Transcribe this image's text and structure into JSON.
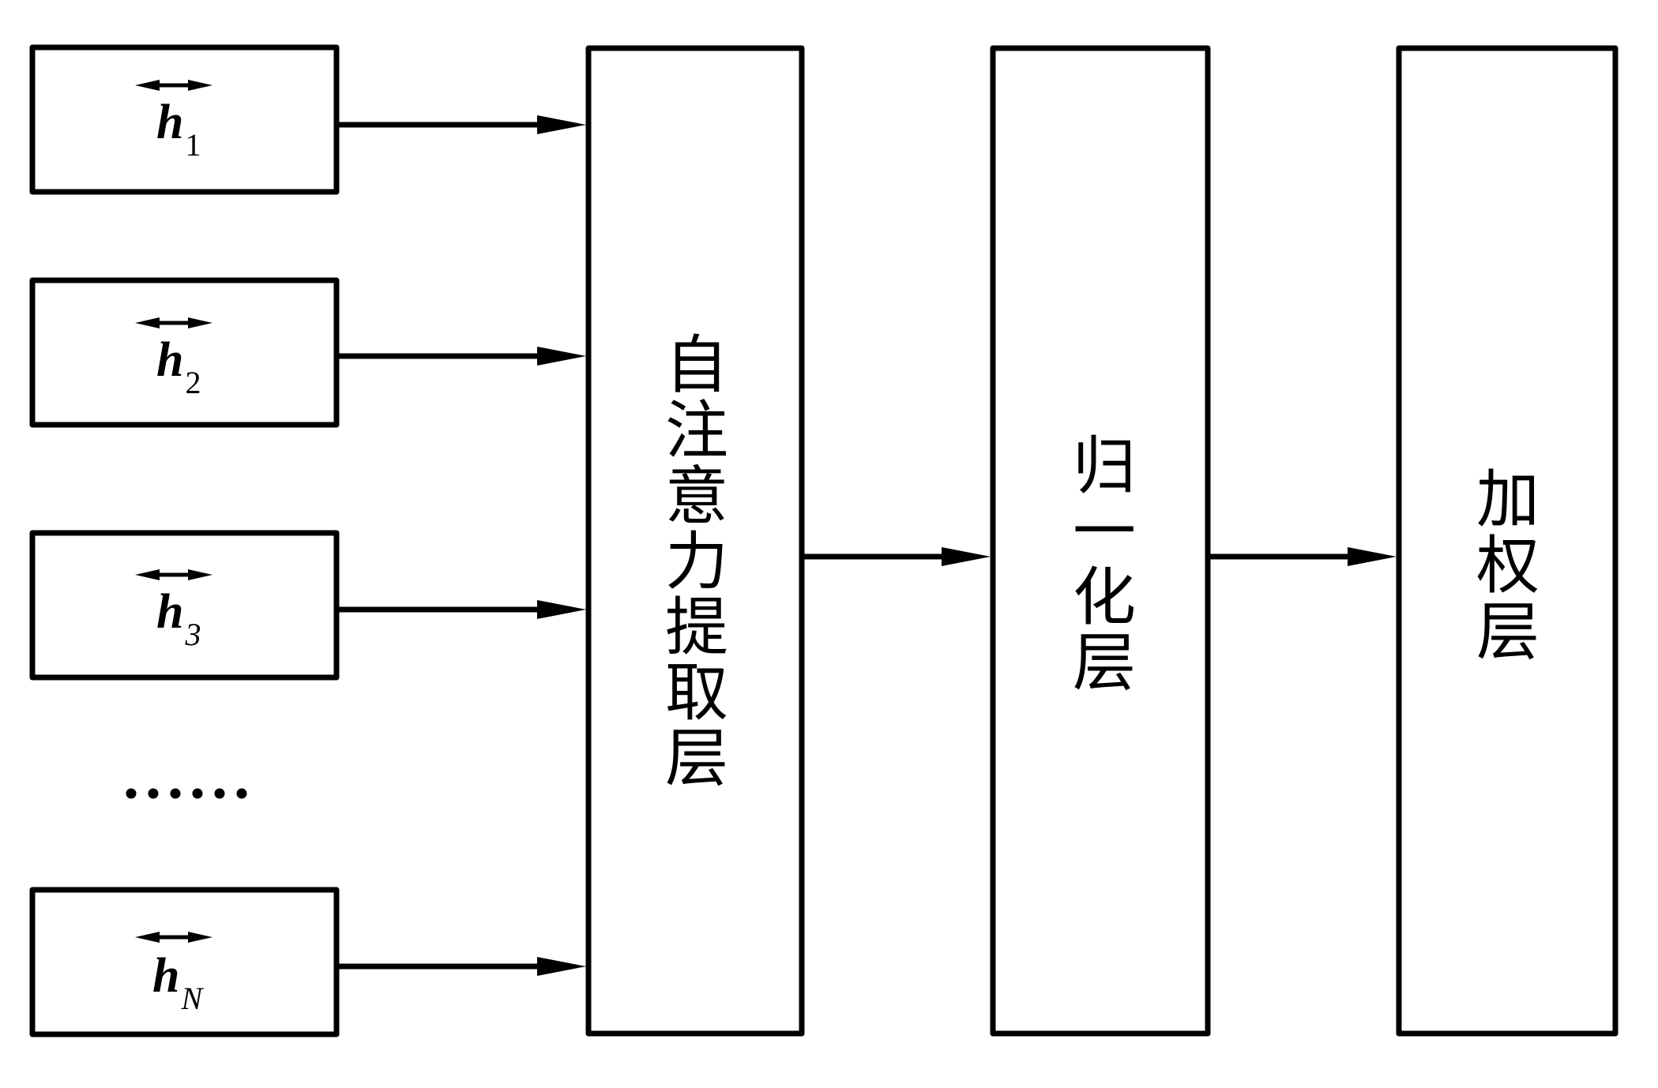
{
  "diagram": {
    "inputs": [
      {
        "symbol": "h",
        "subscript": "1",
        "subscript_italic": false,
        "accent": "bidirectional-arrow"
      },
      {
        "symbol": "h",
        "subscript": "2",
        "subscript_italic": false,
        "accent": "bidirectional-arrow"
      },
      {
        "symbol": "h",
        "subscript": "3",
        "subscript_italic": false,
        "accent": "bidirectional-arrow"
      },
      {
        "symbol": "h",
        "subscript": "N",
        "subscript_italic": true,
        "accent": "bidirectional-arrow"
      }
    ],
    "ellipsis": "······",
    "layers": [
      {
        "id": "self-attention",
        "label": "自注意力提取层"
      },
      {
        "id": "normalization",
        "label": "归一化层"
      },
      {
        "id": "weighting",
        "label": "加权层"
      }
    ],
    "connections": [
      {
        "from": "input-1",
        "to": "self-attention"
      },
      {
        "from": "input-2",
        "to": "self-attention"
      },
      {
        "from": "input-3",
        "to": "self-attention"
      },
      {
        "from": "input-N",
        "to": "self-attention"
      },
      {
        "from": "self-attention",
        "to": "normalization"
      },
      {
        "from": "normalization",
        "to": "weighting"
      }
    ],
    "colors": {
      "stroke": "#000000",
      "background": "#ffffff"
    }
  }
}
